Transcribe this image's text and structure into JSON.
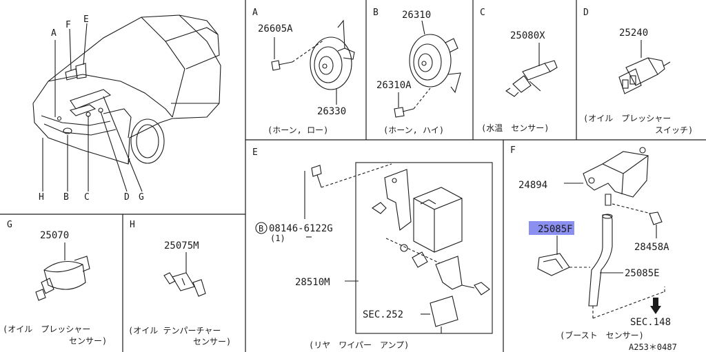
{
  "overview": {
    "callouts": [
      "A",
      "F",
      "E",
      "H",
      "B",
      "C",
      "D",
      "G"
    ]
  },
  "panel_a": {
    "letter": "A",
    "part1": "26605A",
    "part2": "26330",
    "caption": "(ホーン, ロー)"
  },
  "panel_b": {
    "letter": "B",
    "part1": "26310",
    "part2": "26310A",
    "caption": "(ホーン, ハイ)"
  },
  "panel_c": {
    "letter": "C",
    "part1": "25080X",
    "caption": "(水温　センサー)"
  },
  "panel_d": {
    "letter": "D",
    "part1": "25240",
    "caption_line1": "(オイル　プレッシャー",
    "caption_line2": "スイッチ)"
  },
  "panel_e": {
    "letter": "E",
    "bolt_badge": "B",
    "bolt_part": "08146-6122G",
    "bolt_qty": "(1)",
    "part1": "28510M",
    "ref": "SEC.252",
    "caption": "(リヤ　ワイパー　アンプ)"
  },
  "panel_f": {
    "letter": "F",
    "part1": "24894",
    "part2": "25085F",
    "part3": "28458A",
    "part4": "25085E",
    "ref": "SEC.148",
    "caption": "(ブースト　センサー)"
  },
  "panel_g": {
    "letter": "G",
    "part1": "25070",
    "caption_line1": "(オイル　プレッシャー",
    "caption_line2": "センサー)"
  },
  "panel_h": {
    "letter": "H",
    "part1": "25075M",
    "caption_line1": "(オイル テンパーチャー",
    "caption_line2": "センサー)"
  },
  "diagram_id": "A253＊0487",
  "colors": {
    "highlight": "#8a8ff0",
    "line": "#1a1a1a"
  }
}
